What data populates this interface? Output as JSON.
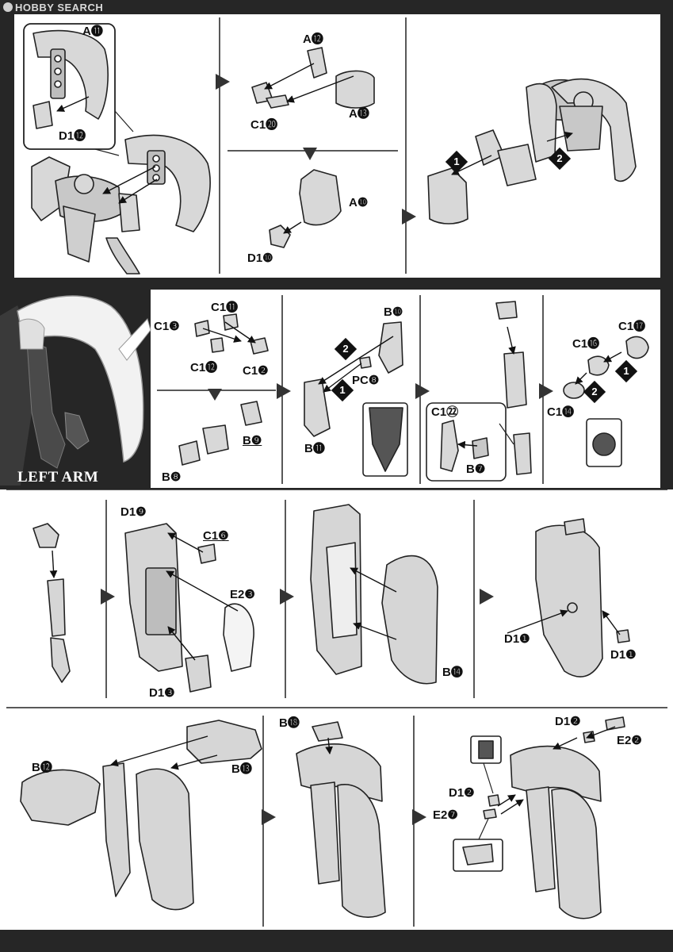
{
  "watermark": "HOBBY SEARCH",
  "section_title": "LEFT ARM",
  "labels": {
    "a11": "A⓫",
    "d1_12_top": "D1⓬",
    "a12": "A⓬",
    "c1_20": "C1⓴",
    "a13": "A⓭",
    "a10": "A❿",
    "d1_10": "D1❿",
    "c1_11": "C1⓫",
    "c1_3": "C1❸",
    "c1_12": "C1⓬",
    "c1_2": "C1❷",
    "b9": "B❾",
    "b8": "B❽",
    "b10": "B❿",
    "pc8": "PC❽",
    "b11": "B⓫",
    "c1_22": "C1㉒",
    "b7": "B❼",
    "c1_17": "C1⓱",
    "c1_16": "C1⓰",
    "c1_14": "C1⓮",
    "d1_9": "D1❾",
    "c1_6": "C1❻",
    "e2_3": "E2❸",
    "d1_3": "D1❸",
    "b14": "B⓮",
    "d1_1_left": "D1❶",
    "d1_1_right": "D1❶",
    "b12": "B⓬",
    "b13": "B⓭",
    "b18": "B⓲",
    "d1_2_top": "D1❷",
    "e2_2": "E2❷",
    "d1_2_mid": "D1❷",
    "e2_7": "E2❼"
  },
  "step_numbers": {
    "n1": "1",
    "n2": "2"
  },
  "colors": {
    "background": "#262626",
    "panel": "#ffffff",
    "part_fill": "#d6d6d6",
    "ink": "#111111"
  }
}
